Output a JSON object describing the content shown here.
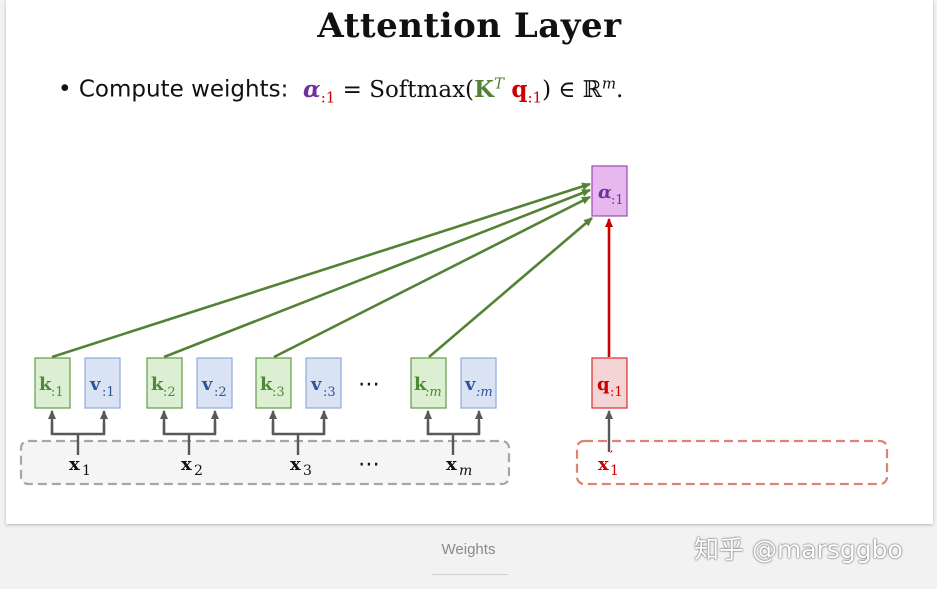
{
  "slide": {
    "title": "Attention Layer",
    "bullet_prefix": "• Compute weights:",
    "equation": {
      "alpha": "α",
      "alpha_sub": ":1",
      "equals_softmax": "= Softmax(",
      "K": "K",
      "T": "T",
      "q": "q",
      "q_sub": ":1",
      "tail": ") ∈ ℝ",
      "m": "m",
      "period": "."
    }
  },
  "diagram": {
    "colors": {
      "key_fill": "#dcefd2",
      "key_stroke": "#5f9c48",
      "key_text": "#4d8a36",
      "value_fill": "#dae3f3",
      "value_stroke": "#8faadc",
      "value_text": "#2f5597",
      "query_fill": "#f4d4d4",
      "query_stroke": "#d93030",
      "query_text": "#cc0000",
      "alpha_fill": "#e6b8ee",
      "alpha_stroke": "#9e49b5",
      "alpha_text": "#7030a0",
      "green_arrow": "#548235",
      "red_arrow": "#cc0000",
      "gray_arrow": "#595959",
      "input_dash": "#a6a6a6",
      "query_dash": "#dd8470"
    },
    "alpha_box": {
      "main": "α",
      "sub": ":1"
    },
    "query_box": {
      "main": "q",
      "sub": ":1"
    },
    "query_input": {
      "main": "x",
      "sub": "1",
      "prime": "′"
    },
    "pairs": [
      {
        "k": "k",
        "k_sub": ":1",
        "v": "v",
        "v_sub": ":1",
        "x": "x",
        "x_sub": "1"
      },
      {
        "k": "k",
        "k_sub": ":2",
        "v": "v",
        "v_sub": ":2",
        "x": "x",
        "x_sub": "2"
      },
      {
        "k": "k",
        "k_sub": ":3",
        "v": "v",
        "v_sub": ":3",
        "x": "x",
        "x_sub": "3"
      },
      {
        "k": "k",
        "k_sub": ":m",
        "v": "v",
        "v_sub": ":m",
        "x": "x",
        "x_sub": "m"
      }
    ],
    "ellipsis_top": "⋯",
    "ellipsis_bottom": "⋯"
  },
  "caption": "Weights",
  "watermark": "知乎 @marsggbo"
}
